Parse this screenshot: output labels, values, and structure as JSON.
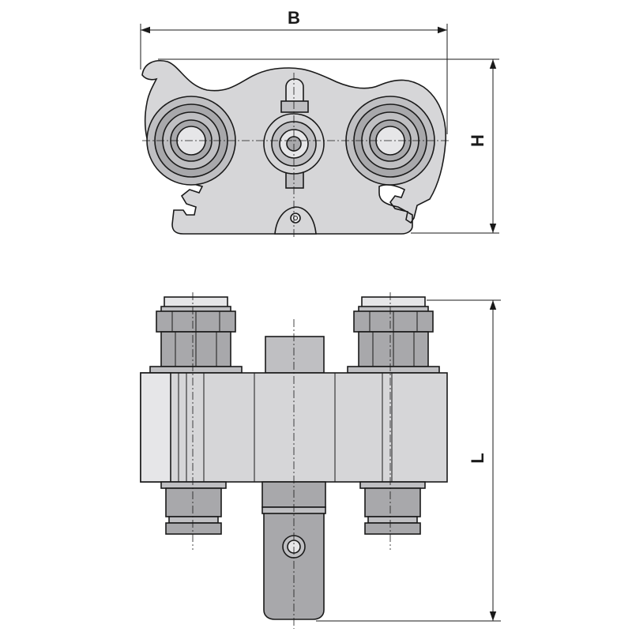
{
  "dimensions": {
    "width_label": "B",
    "height_label": "H",
    "length_label": "L"
  },
  "colors": {
    "line": "#1a1a1a",
    "body_fill": "#d6d6d8",
    "dark_fill": "#a8a8ab",
    "mid_fill": "#bfbfc2",
    "light_fill": "#e6e6e8",
    "background": "#ffffff"
  }
}
